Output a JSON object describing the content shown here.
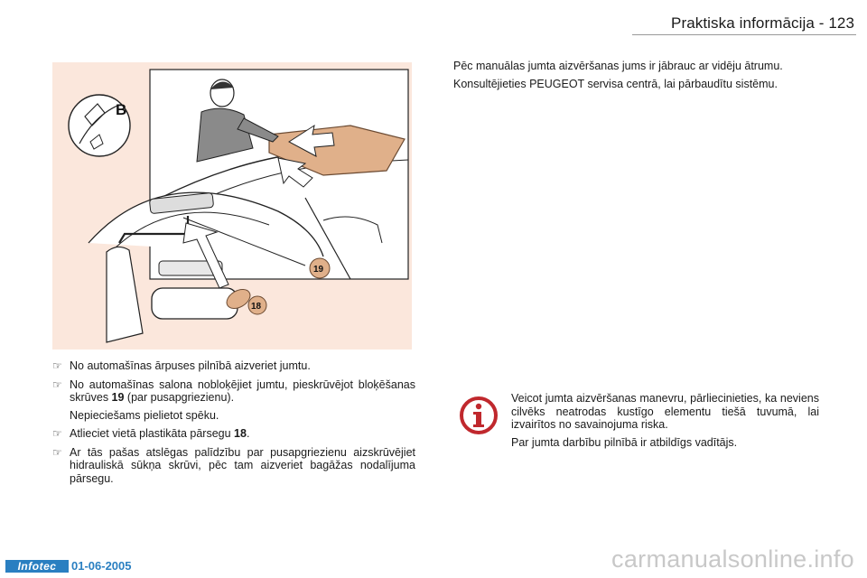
{
  "header": {
    "title": "Praktiska informācija - 123"
  },
  "illustration": {
    "callout_b": "B",
    "callout_19": "19",
    "callout_18": "18"
  },
  "left": {
    "bullets": [
      {
        "text": "No automašīnas ārpuses pilnībā aizveriet jumtu."
      },
      {
        "pre": "No automašīnas salona nobloķējiet jumtu, pieskrūvējot bloķēšanas skrūves ",
        "bold": "19",
        "post": " (par pusapgriezienu)."
      },
      {
        "pre": "Atlieciet vietā plastikāta pārsegu ",
        "bold": "18",
        "post": "."
      },
      {
        "text": "Ar tās pašas atslēgas palīdzību par pusapgriezienu aizskrūvējiet hidrauliskā sūkņa skrūvi, pēc tam aizveriet bagāžas nodalījuma pārsegu."
      }
    ],
    "note": "Nepieciešams pielietot spēku."
  },
  "right": {
    "paragraphs": [
      "Pēc manuālas jumta aizvēršanas jums ir jābrauc ar vidēju ātrumu.",
      "Konsultējieties PEUGEOT servisa centrā, lai pārbaudītu sistēmu."
    ]
  },
  "warning": {
    "icon": "info-icon",
    "paragraphs": [
      "Veicot jumta aizvēršanas manevru, pārliecinieties, ka neviens cilvēks neatrodas kustīgo elementu tiešā tuvumā, lai izvairītos no savainojuma riska.",
      "Par jumta darbību pilnībā ir atbildīgs vadītājs."
    ]
  },
  "footer": {
    "logo": "Infotec",
    "date": "01-06-2005",
    "watermark": "carmanualsonline.info"
  },
  "colors": {
    "illustration_bg": "#fbe7dc",
    "footer_blue": "#2a7fc1",
    "warning_red": "#c0282d"
  }
}
